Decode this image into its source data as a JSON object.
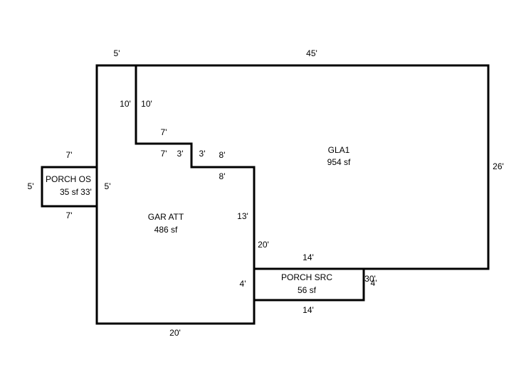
{
  "areas": {
    "gla1": {
      "name": "GLA1",
      "size": "954 sf"
    },
    "gar_att": {
      "name": "GAR ATT",
      "size": "486 sf"
    },
    "porch_os": {
      "name": "PORCH OS",
      "size": "35 sf"
    },
    "porch_src": {
      "name": "PORCH SRC",
      "size": "56 sf"
    }
  },
  "dimensions": {
    "top_left_5": "5'",
    "top_45": "45'",
    "right_26": "26'",
    "notch_10_left": "10'",
    "notch_10_right": "10'",
    "step_7_top": "7'",
    "step_7_bottom": "7'",
    "step_3_left": "3'",
    "step_3_right": "3'",
    "step_8_top": "8'",
    "step_8_bottom": "8'",
    "gar_13": "13'",
    "gla_20": "20'",
    "gla_14": "14'",
    "gar_4": "4'",
    "bottom_20": "20'",
    "src_bottom_14": "14'",
    "src_right_30": "30'",
    "src_right_4": "4'",
    "os_top_7": "7'",
    "os_bottom_7": "7'",
    "os_left_5": "5'",
    "os_right_5": "5'",
    "os_33": "33'"
  },
  "colors": {
    "line": "#000000",
    "background": "#ffffff"
  }
}
